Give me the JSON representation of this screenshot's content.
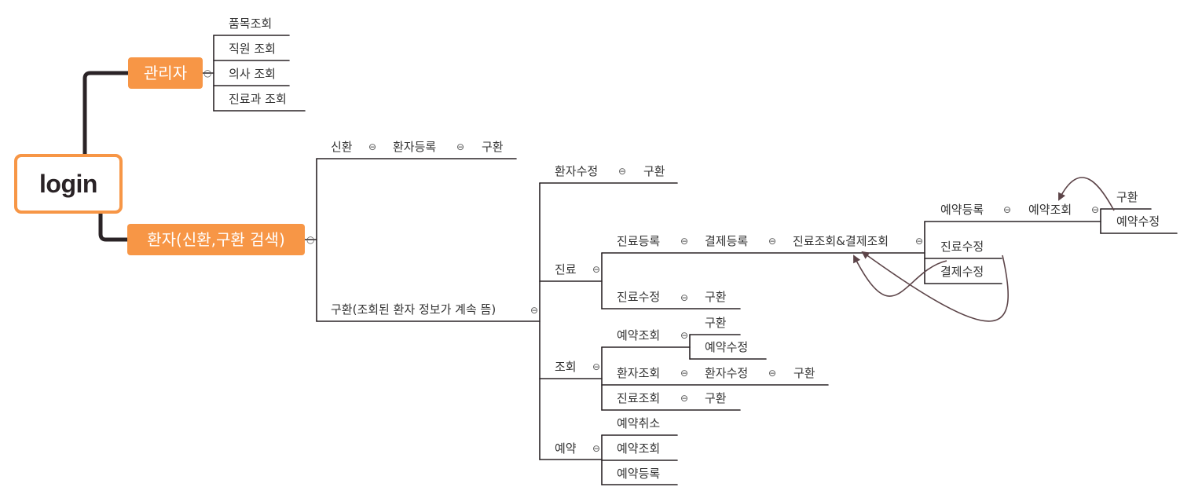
{
  "root": {
    "label": "login"
  },
  "admin": {
    "label": "관리자",
    "items": [
      "품목조회",
      "직원 조회",
      "의사 조회",
      "진료과 조회"
    ]
  },
  "patient": {
    "label": "환자(신환,구환 검색)",
    "new_patient": {
      "label": "신환",
      "register": "환자등록",
      "result": "구환"
    },
    "existing": {
      "label": "구환(조회된 환자 정보가 계속 뜸)",
      "edit": {
        "label": "환자수정",
        "result": "구환"
      },
      "treatment": {
        "label": "진료",
        "register": "진료등록",
        "payment_register": "결제등록",
        "lookup": "진료조회&결제조회",
        "branch": {
          "reserve_register": "예약등록",
          "reserve_lookup": "예약조회",
          "old_patient": "구환",
          "reserve_edit": "예약수정",
          "treatment_edit": "진료수정",
          "payment_edit": "결제수정"
        },
        "edit": "진료수정",
        "edit_result": "구환"
      },
      "inquiry": {
        "label": "조회",
        "reserve_lookup": "예약조회",
        "reserve_result": "구환",
        "reserve_edit": "예약수정",
        "patient_lookup": "환자조회",
        "patient_edit": "환자수정",
        "patient_result": "구환",
        "treatment_lookup": "진료조회",
        "treatment_result": "구환"
      },
      "reservation": {
        "label": "예약",
        "items": [
          "예약취소",
          "예약조회",
          "예약등록"
        ]
      }
    }
  },
  "colors": {
    "accent": "#f79646",
    "line": "#2a2326",
    "arrow": "#5c4448"
  }
}
